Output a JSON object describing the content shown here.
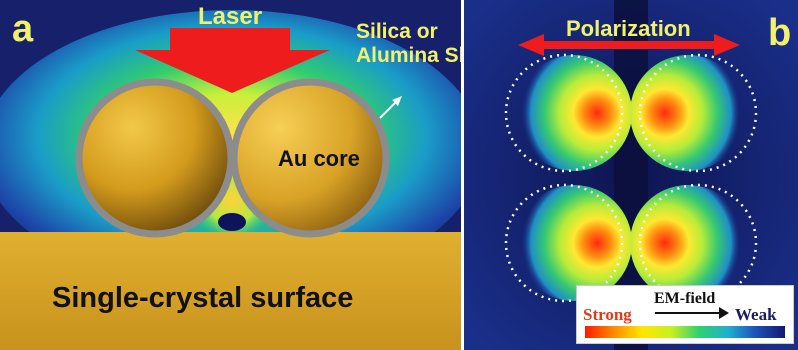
{
  "panel_a": {
    "letter": "a",
    "laser_label": "Laser",
    "shell_label_line1": "Silica or",
    "shell_label_line2": "Alumina Shell",
    "core_label": "Au core",
    "surface_label": "Single-crystal surface"
  },
  "panel_b": {
    "letter": "b",
    "polarization_label": "Polarization"
  },
  "legend": {
    "strong_label": "Strong",
    "field_label": "EM-field",
    "weak_label": "Weak",
    "gradient_colors": [
      "#ff1a00",
      "#ff8a00",
      "#ffe600",
      "#c8f020",
      "#30d070",
      "#20b0d0",
      "#1d4fb8",
      "#121a70"
    ]
  },
  "colors": {
    "label_yellow": "#f2f26a",
    "arrow_red": "#ee1c1c",
    "gold": "#d9a520",
    "shell_gray": "#8c8c8c",
    "background_navy": "#16206b"
  }
}
